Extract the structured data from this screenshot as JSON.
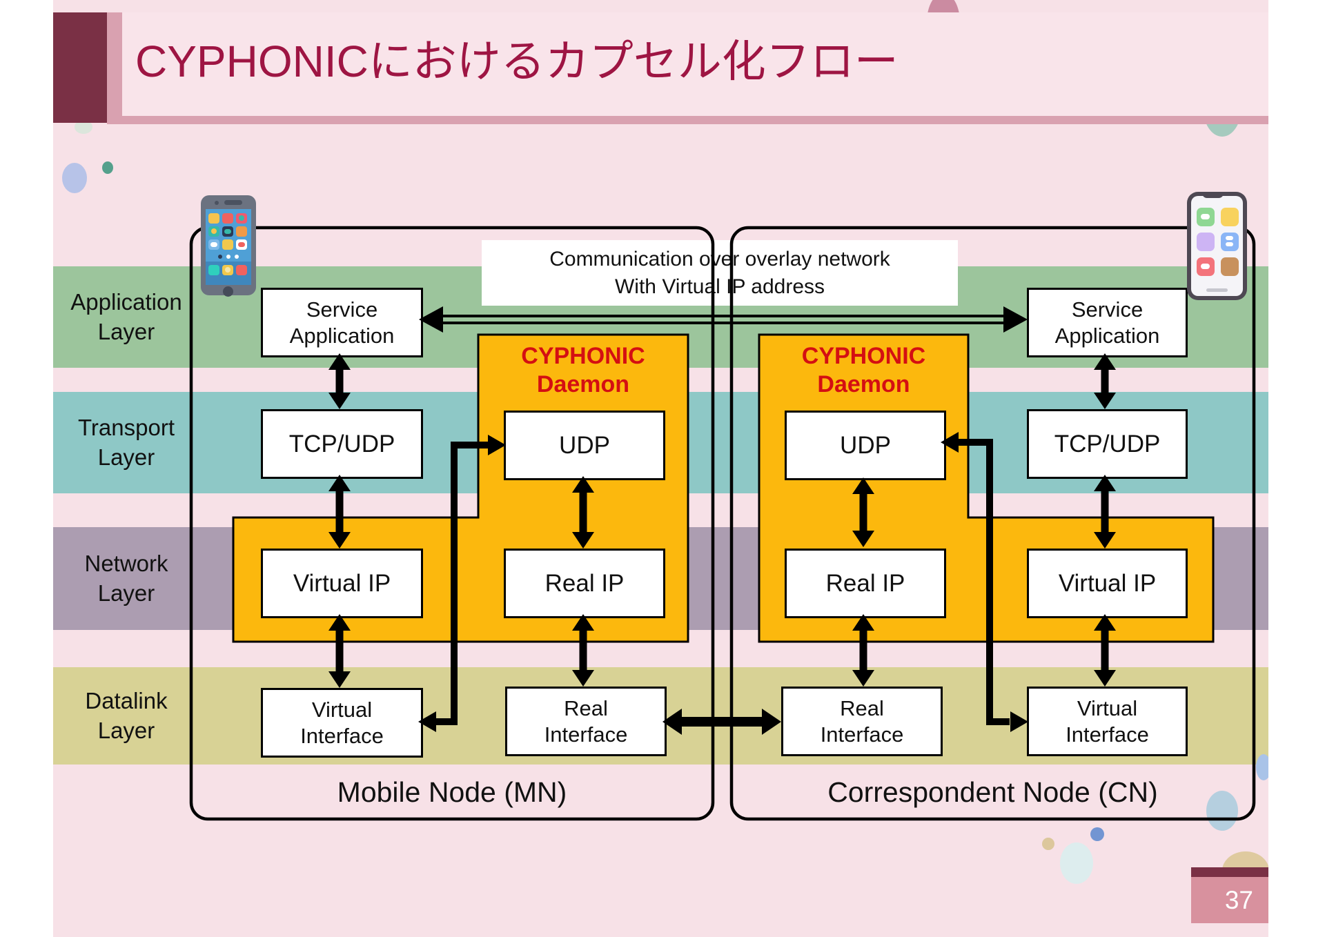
{
  "title": "CYPHONICにおけるカプセル化フロー",
  "footer": {
    "page_number": "37"
  },
  "layers": [
    {
      "line1": "Application",
      "line2": "Layer"
    },
    {
      "line1": "Transport",
      "line2": "Layer"
    },
    {
      "line1": "Network",
      "line2": "Layer"
    },
    {
      "line1": "Datalink",
      "line2": "Layer"
    }
  ],
  "overlay_note": {
    "line1": "Communication over overlay network",
    "line2": "With Virtual IP address"
  },
  "nodes": {
    "mn": {
      "label": "Mobile Node (MN)",
      "daemon": {
        "line1": "CYPHONIC",
        "line2": "Daemon"
      },
      "boxes": {
        "service": {
          "line1": "Service",
          "line2": "Application"
        },
        "tcp_udp": "TCP/UDP",
        "virtual_ip": "Virtual IP",
        "virtual_iface": {
          "line1": "Virtual",
          "line2": "Interface"
        },
        "udp": "UDP",
        "real_ip": "Real IP",
        "real_iface": {
          "line1": "Real",
          "line2": "Interface"
        }
      }
    },
    "cn": {
      "label": "Correspondent Node (CN)",
      "daemon": {
        "line1": "CYPHONIC",
        "line2": "Daemon"
      },
      "boxes": {
        "service": {
          "line1": "Service",
          "line2": "Application"
        },
        "tcp_udp": "TCP/UDP",
        "virtual_ip": "Virtual IP",
        "virtual_iface": {
          "line1": "Virtual",
          "line2": "Interface"
        },
        "udp": "UDP",
        "real_ip": "Real IP",
        "real_iface": {
          "line1": "Real",
          "line2": "Interface"
        }
      }
    }
  },
  "icons": {
    "left_device": "smartphone-icon",
    "right_device": "smartphone-icon"
  },
  "colors": {
    "background_pink": "#f7e1e7",
    "title_band": "#f9e4ea",
    "title_shadow": "#d9a1b0",
    "maroon": "#7a3045",
    "title_text": "#9e1543",
    "band_green": "#9cc59c",
    "band_teal": "#8ec8c6",
    "band_mauve": "#ac9db1",
    "band_khaki": "#d8d295",
    "accent_orange": "#fcb80d",
    "daemon_red": "#d40f12",
    "footer_rose": "#d8919e"
  }
}
